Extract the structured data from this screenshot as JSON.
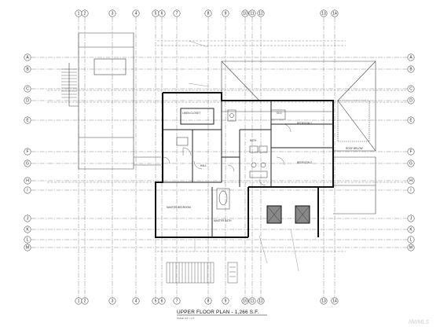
{
  "drawing": {
    "title": "UPPER FLOOR PLAN - 1,266 S.F.",
    "scale_note": "SCALE: 1/4\" = 1'-0\"",
    "watermark": "NWMLS"
  },
  "grid": {
    "columns": [
      "1",
      "2",
      "3",
      "4",
      "5",
      "6",
      "7",
      "8",
      "9",
      "10",
      "11",
      "12",
      "13",
      "14"
    ],
    "rows": [
      "A",
      "B",
      "C",
      "D",
      "E",
      "F",
      "G",
      "H",
      "I",
      "J",
      "K",
      "L",
      "M"
    ]
  },
  "rooms": {
    "bedroom_1": "BEDROOM 1",
    "bedroom_2": "BEDROOM 2",
    "master_bedroom": "MASTER BEDROOM",
    "master_bath": "MASTER BATH",
    "bath": "BATH",
    "hall": "HALL",
    "linen_closet": "LINEN CLOSET",
    "closet": "CLO",
    "roof_below": "ROOF BELOW"
  },
  "colors": {
    "line": "#333333",
    "wall": "#111111",
    "grid": "#555555",
    "background": "#ffffff"
  }
}
